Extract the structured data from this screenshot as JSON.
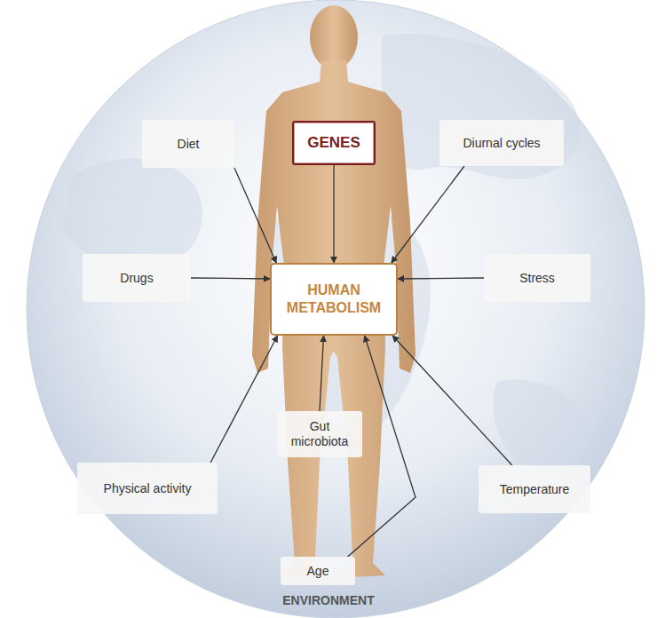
{
  "diagram": {
    "nodes": [
      {
        "text": [
          "ENVIRONMENT"
        ]
      },
      {
        "text": [
          "Diet"
        ],
        "in": 0
      },
      {
        "text": [
          "GENES"
        ],
        "in": 0
      },
      {
        "text": [
          "Diurnal cycles"
        ],
        "in": 0
      },
      {
        "text": [
          "Drugs"
        ],
        "in": 0
      },
      {
        "text": [
          "HUMAN METABOLISM"
        ],
        "in": 0
      },
      {
        "text": [
          "Stress"
        ],
        "in": 0
      },
      {
        "text": [
          "Physical activity"
        ],
        "in": 0
      },
      {
        "text": [
          "Gut microbiota"
        ],
        "in": 0
      },
      {
        "text": [
          "Temperature"
        ],
        "in": 0
      },
      {
        "text": [
          "Age"
        ],
        "in": 0
      }
    ],
    "edges": [
      {
        "from": 1,
        "to": 5,
        "arrow": "to"
      },
      {
        "from": 2,
        "to": 5,
        "arrow": "to"
      },
      {
        "from": 3,
        "to": 5,
        "arrow": "to"
      },
      {
        "from": 4,
        "to": 5,
        "arrow": "to"
      },
      {
        "from": 6,
        "to": 5,
        "arrow": "to"
      },
      {
        "from": 7,
        "to": 5,
        "arrow": "to"
      },
      {
        "from": 8,
        "to": 5,
        "arrow": "to"
      },
      {
        "from": 9,
        "to": 5,
        "arrow": "to"
      },
      {
        "from": 10,
        "to": 5,
        "arrow": "to"
      }
    ]
  }
}
